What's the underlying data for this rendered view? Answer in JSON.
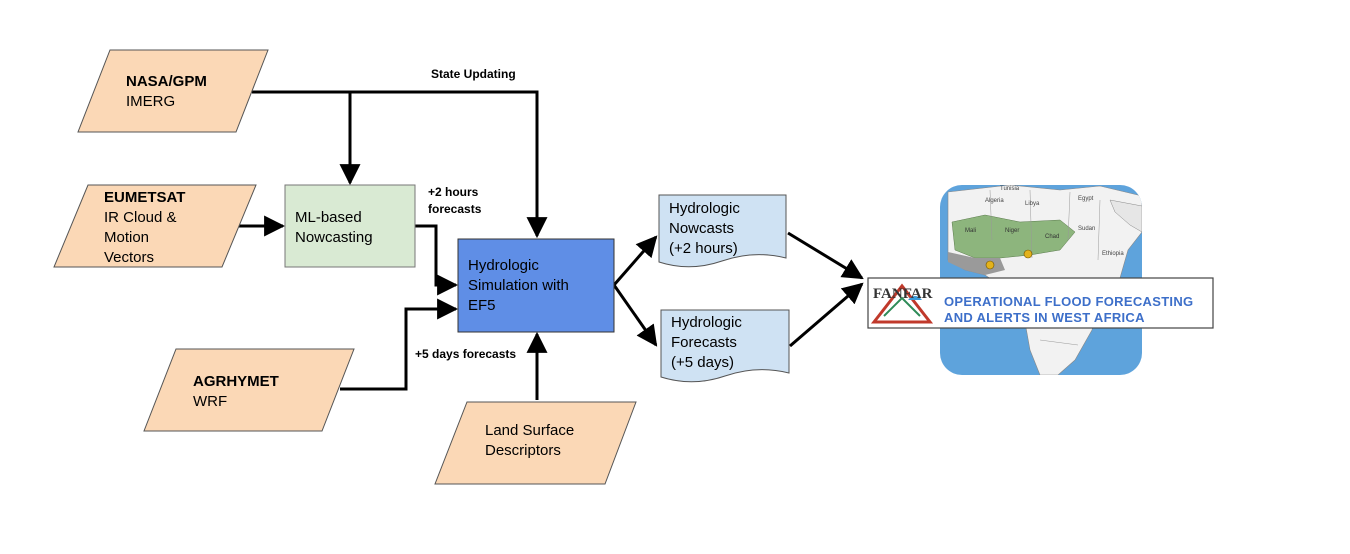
{
  "colors": {
    "input_fill": "#fbd8b6",
    "ml_fill": "#d9ead3",
    "sim_fill": "#5f8ee6",
    "output_fill": "#cfe2f3",
    "banner_text": "#3d6fc9",
    "ocean": "#5ea3dc",
    "land": "#f2f2f2",
    "sahel": "#8db57d",
    "edge": "#000000"
  },
  "inputs": {
    "nasa": {
      "title": "NASA/GPM",
      "sub": "IMERG"
    },
    "eumetsat": {
      "title": "EUMETSAT",
      "line1": "IR Cloud &",
      "line2": "Motion",
      "line3": "Vectors"
    },
    "agrhymet": {
      "title": "AGRHYMET",
      "sub": "WRF"
    },
    "land": {
      "line1": "Land Surface",
      "line2": "Descriptors"
    }
  },
  "ml_box": {
    "line1": "ML-based",
    "line2": "Nowcasting"
  },
  "simulation": {
    "line1": "Hydrologic",
    "line2": "Simulation with",
    "line3": "EF5"
  },
  "outputs": {
    "nowcasts": {
      "line1": "Hydrologic",
      "line2": "Nowcasts",
      "line3": "(+2 hours)"
    },
    "forecasts": {
      "line1": "Hydrologic",
      "line2": "Forecasts",
      "line3": "(+5 days)"
    }
  },
  "edge_labels": {
    "state_updating": "State Updating",
    "two_hours_1": "+2 hours",
    "two_hours_2": "forecasts",
    "five_days": "+5 days forecasts"
  },
  "fanfar": {
    "logo_text": "FANFAR",
    "banner_line1": "OPERATIONAL FLOOD FORECASTING",
    "banner_line2": "AND ALERTS IN WEST AFRICA",
    "map_labels": [
      "Tunisia",
      "Algeria",
      "Libya",
      "Egypt",
      "Mali",
      "Niger",
      "Chad",
      "Sudan",
      "Ethiopia"
    ]
  }
}
